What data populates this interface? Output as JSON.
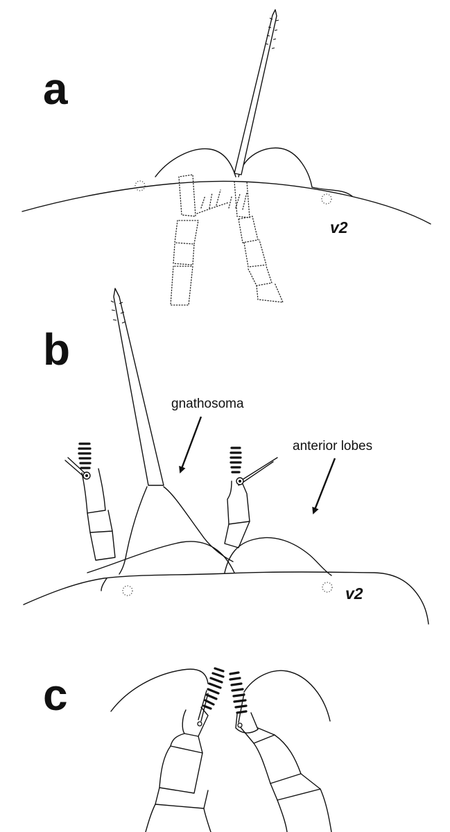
{
  "panels": {
    "a": {
      "letter": "a",
      "seta_label": "v2"
    },
    "b": {
      "letter": "b",
      "seta_label": "v2",
      "callout_gnathosoma": "gnathosoma",
      "callout_lobes": "anterior lobes"
    },
    "c": {
      "letter": "c"
    }
  }
}
